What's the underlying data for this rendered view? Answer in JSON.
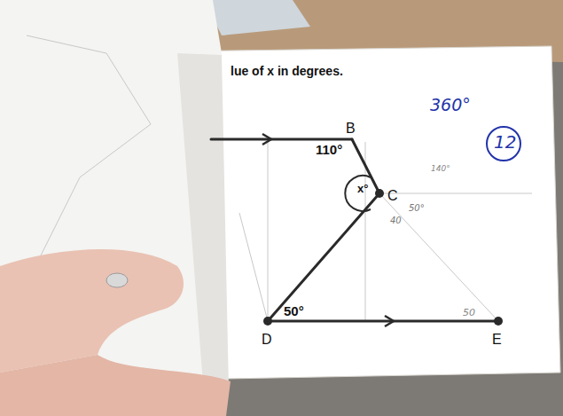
{
  "diagram": {
    "labels": [
      "lue of x in degrees.",
      "B",
      "C",
      "D",
      "E",
      "110°",
      "x°",
      "50°",
      "360°",
      "12",
      "140°",
      "50°",
      "40",
      "50"
    ]
  }
}
